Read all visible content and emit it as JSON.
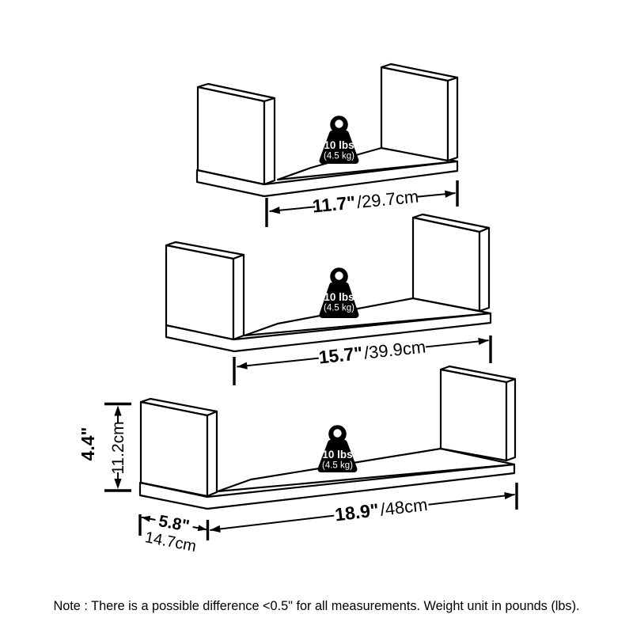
{
  "diagram": {
    "note": "Note : There is a possible difference <0.5\" for all measurements. Weight unit in pounds (lbs).",
    "shelves": [
      {
        "id": "small-shelf",
        "weight_limit_lb": "10 lbs",
        "weight_limit_kg": "(4.5 kg)",
        "width_in": "11.7\"",
        "width_cm": "/29.7cm"
      },
      {
        "id": "medium-shelf",
        "weight_limit_lb": "10 lbs",
        "weight_limit_kg": "(4.5 kg)",
        "width_in": "15.7\"",
        "width_cm": "/39.9cm"
      },
      {
        "id": "large-shelf",
        "weight_limit_lb": "10 lbs",
        "weight_limit_kg": "(4.5 kg)",
        "width_in": "18.9\"",
        "width_cm": "/48cm",
        "height_in": "4.4\"",
        "height_cm": "11.2cm",
        "depth_in": "5.8\"",
        "depth_cm": "14.7cm"
      }
    ],
    "colors": {
      "line": "#000000",
      "background": "#ffffff",
      "weight_fill": "#000000",
      "weight_text": "#ffffff"
    }
  }
}
